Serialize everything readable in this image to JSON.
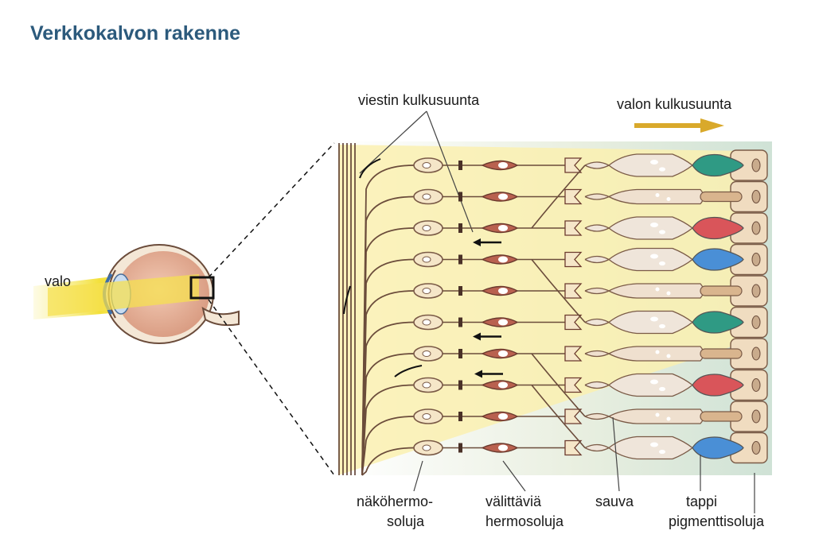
{
  "title": "Verkkokalvon rakenne",
  "labels": {
    "light": "valo",
    "signal_direction": "viestin kulkusuunta",
    "light_direction": "valon kulkusuunta",
    "ganglion_1": "näköhermo-",
    "ganglion_2": "soluja",
    "bipolar_1": "välittäviä",
    "bipolar_2": "hermosoluja",
    "rod": "sauva",
    "cone": "tappi",
    "pigment": "pigmenttisoluja"
  },
  "colors": {
    "title": "#2c5a7c",
    "light_beam": "#f3e03a",
    "direction_arrow": "#d9a92b",
    "neuron_body": "#b9614f",
    "cone_red": "#d9555a",
    "cone_green": "#2f9a84",
    "cone_blue": "#4a8fd6",
    "pigment_cell": "#f0dcc0"
  },
  "rows": [
    {
      "receptor": "cone",
      "color": "green"
    },
    {
      "receptor": "rod"
    },
    {
      "receptor": "cone",
      "color": "red"
    },
    {
      "receptor": "cone",
      "color": "blue"
    },
    {
      "receptor": "rod"
    },
    {
      "receptor": "cone",
      "color": "green"
    },
    {
      "receptor": "rod"
    },
    {
      "receptor": "cone",
      "color": "red"
    },
    {
      "receptor": "rod"
    },
    {
      "receptor": "cone",
      "color": "blue"
    }
  ]
}
